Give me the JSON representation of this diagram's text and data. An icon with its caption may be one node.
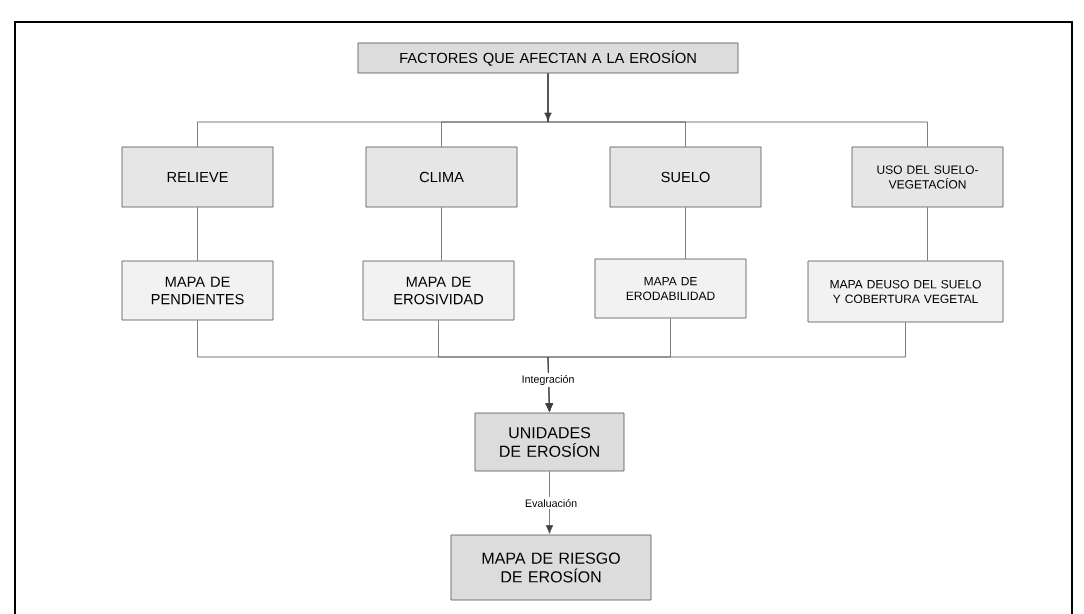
{
  "diagram": {
    "nodes": [
      {
        "text": [
          "FACTORES QUE AFECTAN A LA EROSÍON"
        ]
      },
      {
        "text": [
          "RELIEVE"
        ]
      },
      {
        "text": [
          "CLIMA"
        ]
      },
      {
        "text": [
          "SUELO"
        ]
      },
      {
        "text": [
          "USO DEL SUELO- VEGETACÍON"
        ]
      },
      {
        "text": [
          "MAPA DE PENDIENTES"
        ]
      },
      {
        "text": [
          "MAPA DE EROSIVIDAD"
        ]
      },
      {
        "text": [
          "MAPA DE ERODABILIDAD"
        ]
      },
      {
        "text": [
          "MAPA DEUSO DEL SUELO Y COBERTURA VEGETAL"
        ]
      },
      {
        "text": [
          "UNIDADES DE EROSÍON"
        ]
      },
      {
        "text": [
          "MAPA DE RIESGO DE EROSÍON"
        ]
      }
    ],
    "edges": [
      {
        "from": 0,
        "to": null,
        "arrow": "to"
      },
      {
        "from": 0,
        "to": 1,
        "arrow": "none"
      },
      {
        "from": 0,
        "to": 2,
        "arrow": "none"
      },
      {
        "from": 0,
        "to": 3,
        "arrow": "none"
      },
      {
        "from": 0,
        "to": 4,
        "arrow": "none"
      },
      {
        "from": 1,
        "to": 5,
        "arrow": "none"
      },
      {
        "from": 2,
        "to": 6,
        "arrow": "none"
      },
      {
        "from": 3,
        "to": 7,
        "arrow": "none"
      },
      {
        "from": 4,
        "to": 8,
        "arrow": "none"
      },
      {
        "from": 5,
        "to": 9,
        "arrow": "to",
        "label": "Integración"
      },
      {
        "from": 6,
        "to": 9,
        "arrow": "to"
      },
      {
        "from": 7,
        "to": 9,
        "arrow": "to"
      },
      {
        "from": 8,
        "to": 9,
        "arrow": "to"
      },
      {
        "from": 9,
        "to": 10,
        "arrow": "to",
        "label": "Evaluación"
      }
    ]
  }
}
